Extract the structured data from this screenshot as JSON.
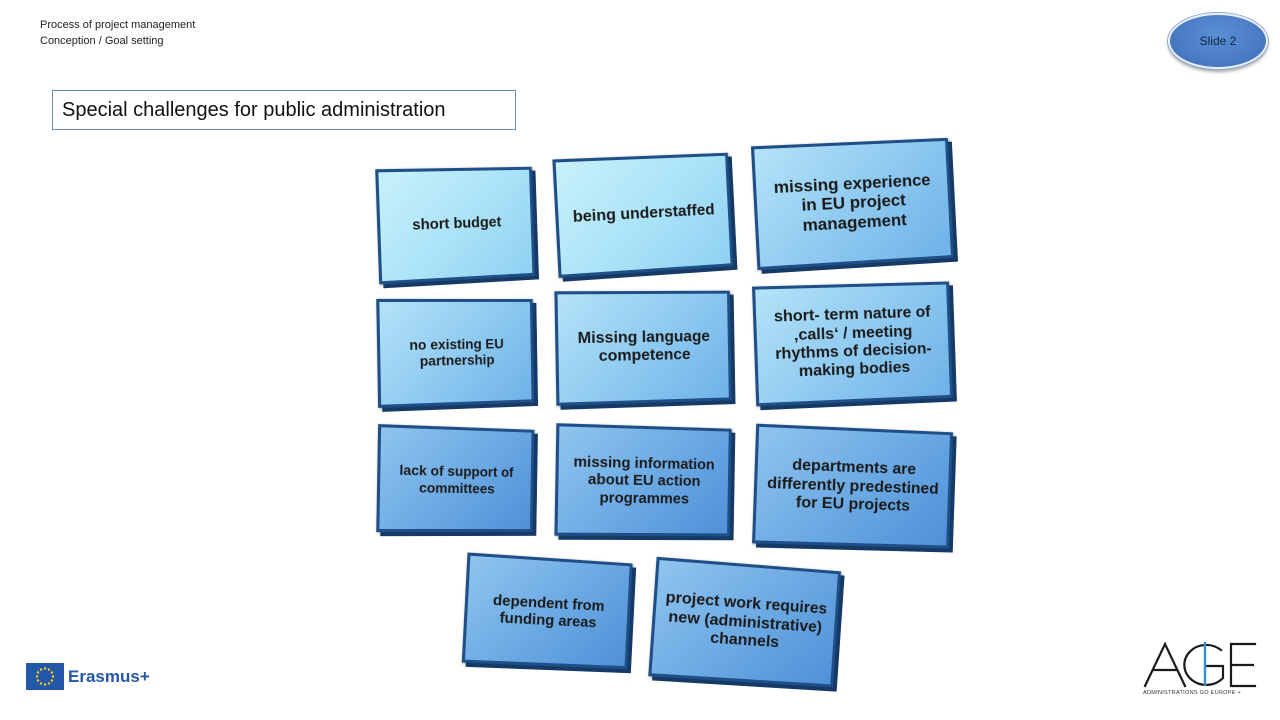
{
  "header": {
    "line1": "Process of project management",
    "line2": "Conception / Goal setting"
  },
  "slide_badge": "Slide 2",
  "subtitle": "Special challenges for public administration",
  "tiles": [
    "short budget",
    "being understaffed",
    "missing experience in EU project management",
    "no existing EU partnership",
    "Missing language competence",
    "short- term nature of ‚calls‘ / meeting rhythms of decision-making bodies",
    "lack of support of committees",
    "missing information about EU action programmes",
    "departments are differently predestined for EU projects",
    "dependent from funding areas",
    "project work requires new (administrative) channels"
  ],
  "logos": {
    "eu": "Erasmus+",
    "age_tagline": "ADMINISTRATIONS GO EUROPE +"
  },
  "colors": {
    "tile_border": "#1f4f86",
    "badge": "#4a7cc6",
    "erasmus_blue": "#2357a8"
  }
}
